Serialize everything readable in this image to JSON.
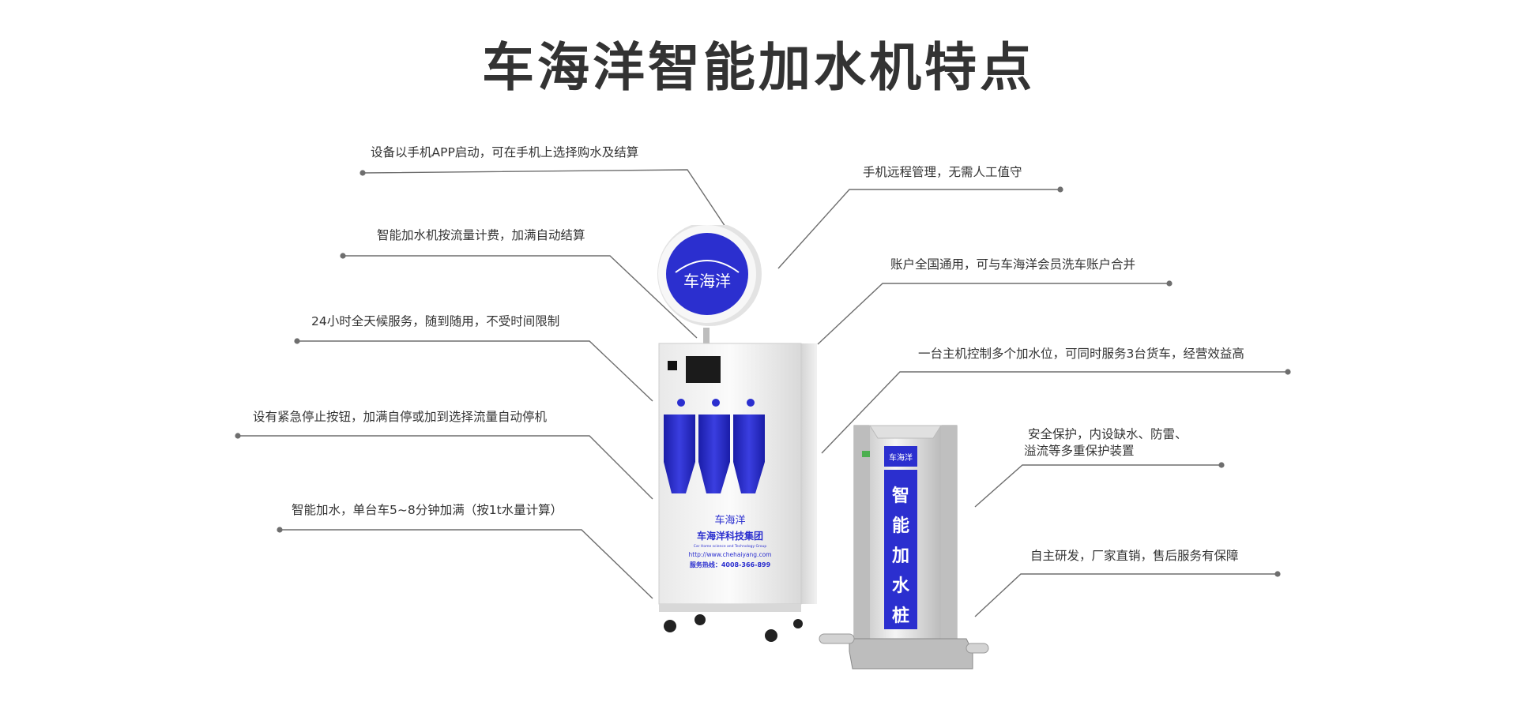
{
  "title": "车海洋智能加水机特点",
  "features_left": [
    "设备以手机APP启动，可在手机上选择购水及结算",
    "智能加水机按流量计费，加满自动结算",
    "24小时全天候服务，随到随用，不受时间限制",
    "设有紧急停止按钮，加满自停或加到选择流量自动停机",
    "智能加水，单台车5~8分钟加满（按1t水量计算）"
  ],
  "features_right": [
    "手机远程管理，无需人工值守",
    "账户全国通用，可与车海洋会员洗车账户合并",
    "一台主机控制多个加水位，可同时服务3台货车，经营效益高",
    "安全保护，内设缺水、防雷、",
    "溢流等多重保护装置",
    "自主研发，厂家直销，售后服务有保障"
  ],
  "product": {
    "logo_text": "车海洋",
    "company": "车海洋科技集团",
    "company_en": "Car Home science and Technology Group",
    "website": "http://www.chehaiyang.com",
    "hotline": "服务热线：4008-366-899",
    "pile_label": "智能加水桩"
  },
  "colors": {
    "text": "#333333",
    "line": "#6e6e6e",
    "brand_blue": "#2b2fcf",
    "panel": "#f2f2f2"
  }
}
